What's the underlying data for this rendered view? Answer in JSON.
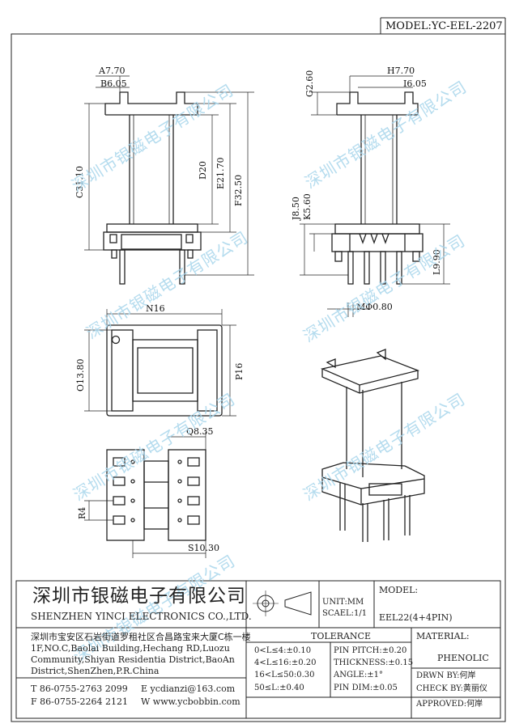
{
  "header": {
    "model": "MODEL:YC-EEL-2207"
  },
  "dims": {
    "A": "A7.70",
    "B": "B6.05",
    "C": "C31.10",
    "D": "D20",
    "E": "E21.70",
    "F": "F32.50",
    "G": "G2.60",
    "H": "H7.70",
    "I": "I6.05",
    "J": "J8.50",
    "K": "K5.60",
    "L": "L9.90",
    "M": "MΦ0.80",
    "N": "N16",
    "O": "O13.80",
    "P": "P16",
    "Q": "Q8.35",
    "R": "R4",
    "S": "S10.30"
  },
  "watermark": "深圳市银磁电子有限公司",
  "company": {
    "name_cn": "深圳市银磁电子有限公司",
    "name_en": "SHENZHEN YINCI ELECTRONICS CO.,LTD.",
    "address_cn": "深圳市宝安区石岩街道罗租社区合昌路宝来大厦C栋一楼",
    "address_en": [
      "1F,NO.C,Baolai Building,Hechang RD,Luozu",
      "Community,Shiyan Residentia District,BaoAn",
      "District,ShenZhen,P.R.China"
    ],
    "tel": "T 86-0755-2763 2099",
    "fax": "F 86-0755-2264 2121",
    "email": "E ycdianzi@163.com",
    "web": "W www.ycbobbin.com"
  },
  "units": {
    "unit": "UNIT:MM",
    "scale": "SCAEL:1/1"
  },
  "model_box": {
    "label": "MODEL:",
    "value": "EEL22(4+4PIN)"
  },
  "tolerance": {
    "title": "TOLERANCE",
    "left": [
      "0<L≤4:±0.10",
      "4<L≤16:±0.20",
      "16<L≤50:0.30",
      "50≤L:±0.40"
    ],
    "right": [
      "PIN PITCH:±0.20",
      "THICKNESS:±0.15",
      "ANGLE:±1°",
      "PIN DIM:±0.05"
    ]
  },
  "material": {
    "label": "MATERIAL:",
    "value": "PHENOLIC"
  },
  "signoff": {
    "drawn": "DRWN BY:何岸",
    "check": "CHECK BY:黄丽仪",
    "approved": "APPROVED:何岸"
  }
}
